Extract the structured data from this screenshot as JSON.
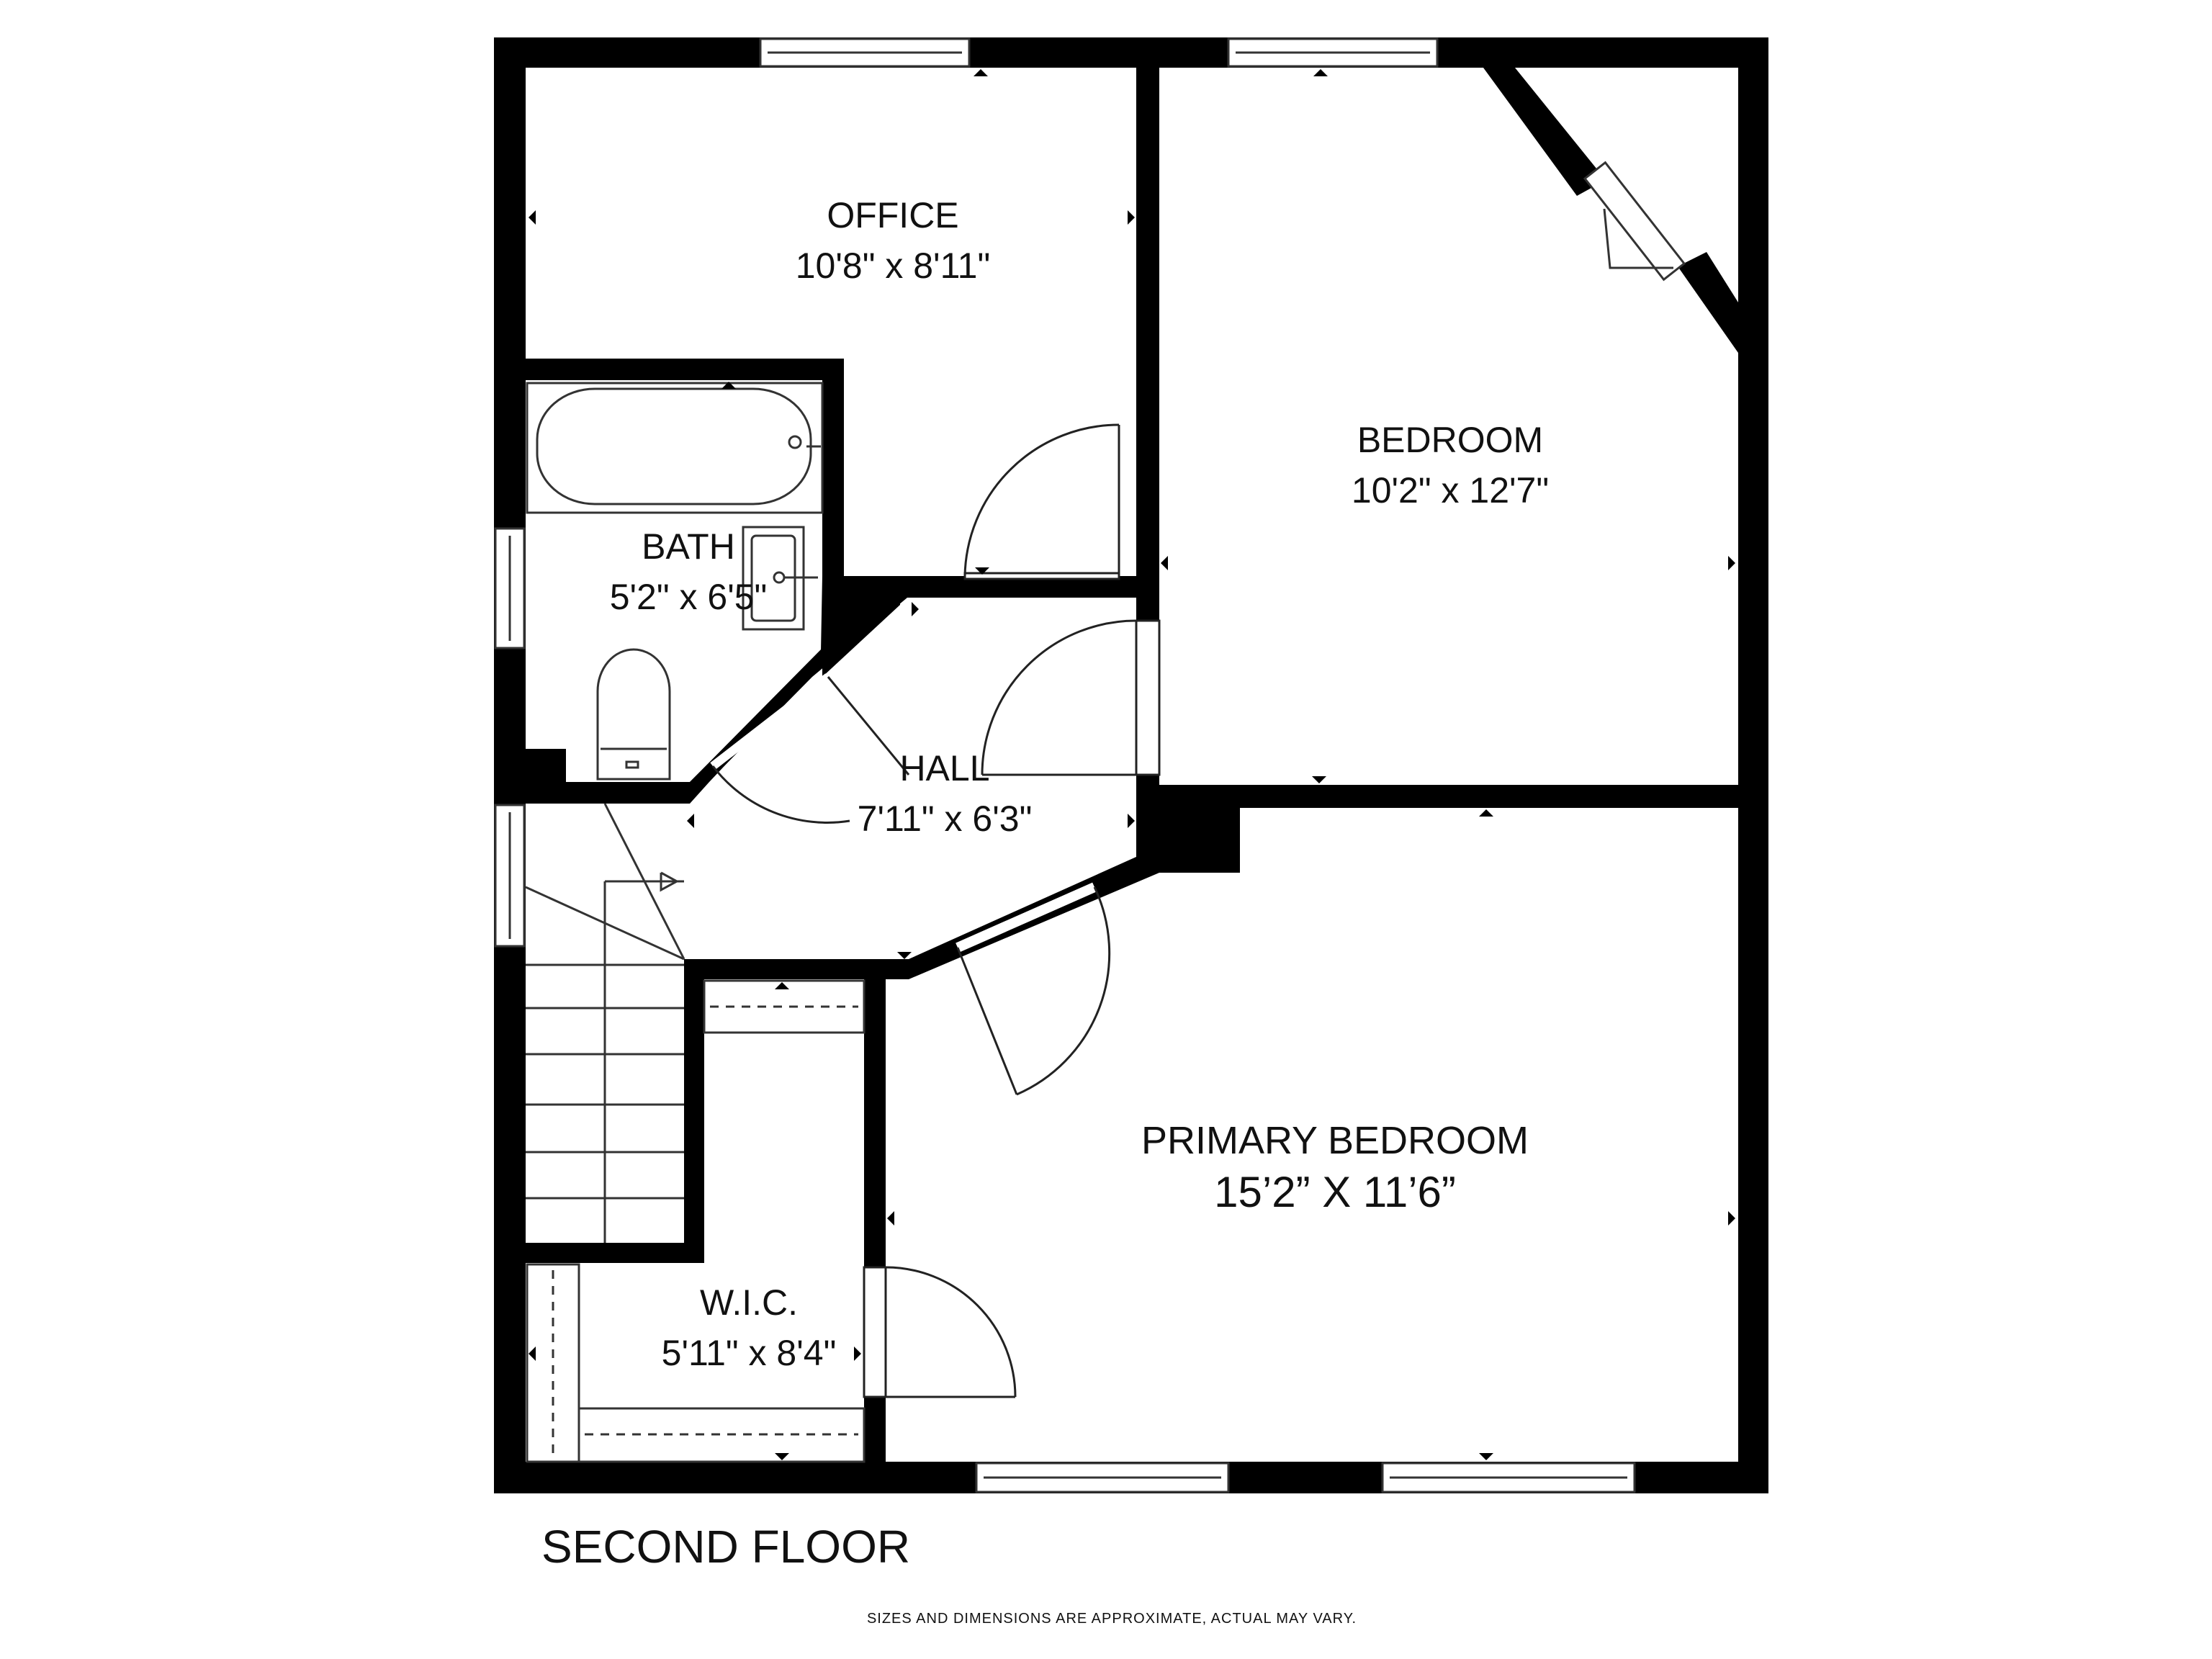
{
  "floor": {
    "title": "SECOND FLOOR",
    "disclaimer": "SIZES AND DIMENSIONS ARE APPROXIMATE, ACTUAL MAY VARY."
  },
  "rooms": {
    "office": {
      "name": "OFFICE",
      "dims": "10'8\" x 8'11\""
    },
    "bedroom": {
      "name": "BEDROOM",
      "dims": "10'2\" x 12'7\""
    },
    "bath": {
      "name": "BATH",
      "dims": "5'2\" x 6'5\""
    },
    "hall": {
      "name": "HALL",
      "dims": "7'11\" x 6'3\""
    },
    "primary_bedroom": {
      "name": "PRIMARY BEDROOM",
      "dims": "15’2” X 11’6”"
    },
    "wic": {
      "name": "W.I.C.",
      "dims": "5'11\" x 8'4\""
    }
  },
  "colors": {
    "wall": "#000000",
    "background": "#ffffff",
    "fixture_stroke": "#333333"
  }
}
